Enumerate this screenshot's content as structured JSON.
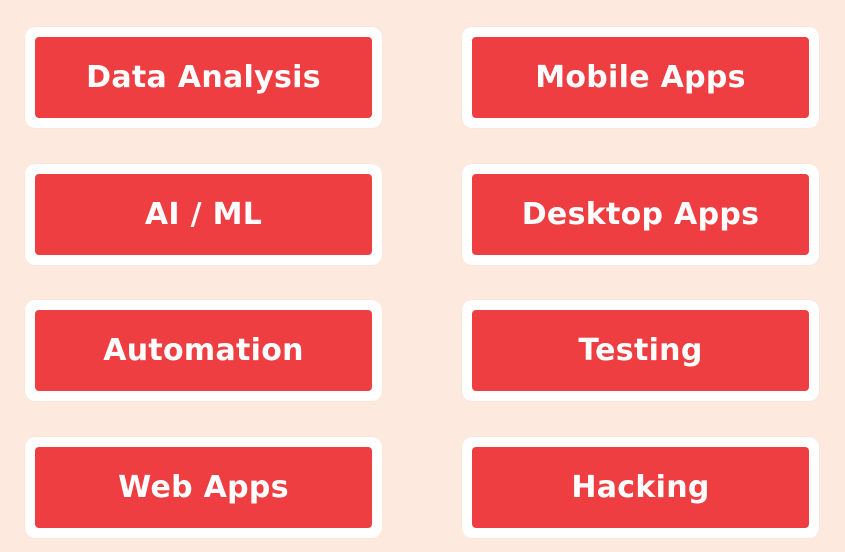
{
  "categories": [
    {
      "label": "Data Analysis"
    },
    {
      "label": "Mobile Apps"
    },
    {
      "label": "AI / ML"
    },
    {
      "label": "Desktop Apps"
    },
    {
      "label": "Automation"
    },
    {
      "label": "Testing"
    },
    {
      "label": "Web Apps"
    },
    {
      "label": "Hacking"
    }
  ],
  "colors": {
    "background": "#fde9dd",
    "tile_border": "#ffffff",
    "button": "#ef3e42",
    "text": "#ffffff"
  }
}
